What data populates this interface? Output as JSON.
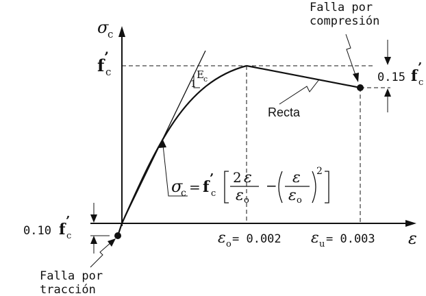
{
  "labels": {
    "sigma_c": "σ",
    "sub_c": "c",
    "fc": "f",
    "prime": "’",
    "epsilon": "ε",
    "ec_label": "E",
    "one": "1",
    "recta": "Recta",
    "falla_compresion_line1": "Falla por",
    "falla_compresion_line2": "compresión",
    "falla_traccion_line1": "Falla por",
    "falla_traccion_line2": "tracción",
    "factor_015": "0.15",
    "factor_010": "0.10",
    "eps_o_tick": "ε",
    "eps_o_sub": "o",
    "eps_o_val": "= 0.002",
    "eps_u_sub": "u",
    "eps_u_val": "= 0.003",
    "eq_lhs_sub": "c",
    "eq_equals": "=",
    "eq_two": "2",
    "eq_minus": "−",
    "eq_square": "2"
  },
  "colors": {
    "ink": "#111111",
    "background": "#ffffff"
  }
}
